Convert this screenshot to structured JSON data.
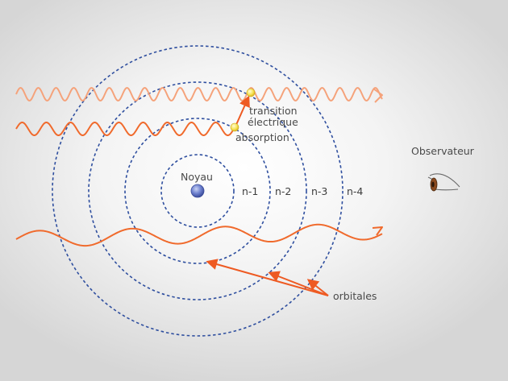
{
  "labels": {
    "nucleus": "Noyau",
    "shells": [
      "n-1",
      "n-2",
      "n-3",
      "n-4"
    ],
    "transition_line1": "transition",
    "transition_line2": "électrique",
    "absorption": "absorption",
    "observer": "Observateur",
    "orbitals": "orbitales"
  },
  "colors": {
    "orbit": "#2f4f9f",
    "wave_emitted": "#f5a27a",
    "wave_incident": "#f06a2c",
    "wave_long": "#f06a2c",
    "arrow": "#ee5a22",
    "electron": "#f5e04a",
    "nucleus": "#5f73c8",
    "text": "#4a4a4a"
  },
  "icons": {
    "observer": "eye-icon"
  }
}
